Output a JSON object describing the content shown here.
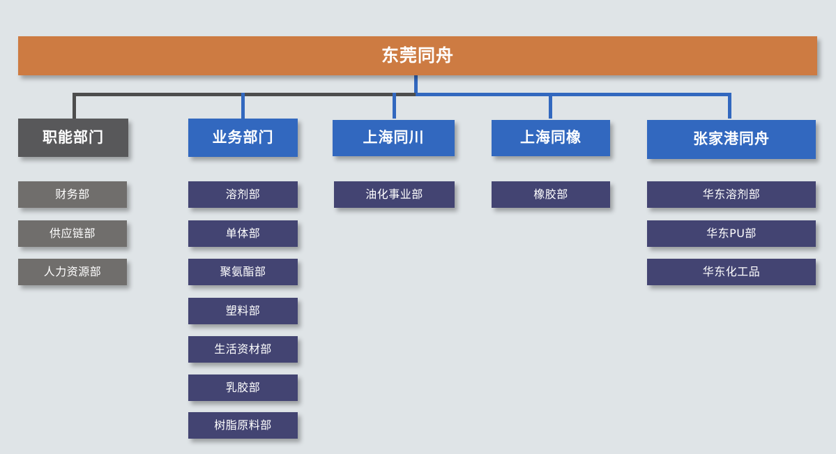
{
  "chart_data": {
    "type": "diagram",
    "title": "东莞同舟",
    "diagram_kind": "organization-chart",
    "levels": 3
  },
  "colors": {
    "background": "#dfe4e7",
    "root": "#cd7b42",
    "level2_gray": "#58585a",
    "level2_blue": "#3268bf",
    "level3_gray": "#706e6c",
    "level3_navy": "#434472",
    "connector_gray": "#4d4d4d",
    "connector_blue": "#3268bf",
    "text": "#ffffff"
  },
  "root": {
    "label": "东莞同舟"
  },
  "branches": [
    {
      "id": "functional",
      "label": "职能部门",
      "level2_color": "#58585a",
      "connector_color": "#4d4d4d",
      "children": [
        {
          "label": "财务部"
        },
        {
          "label": "供应链部"
        },
        {
          "label": "人力资源部"
        }
      ]
    },
    {
      "id": "business",
      "label": "业务部门",
      "level2_color": "#3268bf",
      "connector_color": "#3268bf",
      "children": [
        {
          "label": "溶剂部"
        },
        {
          "label": "单体部"
        },
        {
          "label": "聚氨酯部"
        },
        {
          "label": "塑料部"
        },
        {
          "label": "生活资材部"
        },
        {
          "label": "乳胶部"
        },
        {
          "label": "树脂原料部"
        }
      ]
    },
    {
      "id": "shanghai-tongchuan",
      "label": "上海同川",
      "level2_color": "#3268bf",
      "connector_color": "#3268bf",
      "children": [
        {
          "label": "油化事业部"
        }
      ]
    },
    {
      "id": "shanghai-tongxiang",
      "label": "上海同橡",
      "level2_color": "#3268bf",
      "connector_color": "#3268bf",
      "children": [
        {
          "label": "橡胶部"
        }
      ]
    },
    {
      "id": "zhangjiagang-tongzhou",
      "label": "张家港同舟",
      "level2_color": "#3268bf",
      "connector_color": "#3268bf",
      "children": [
        {
          "label": "华东溶剂部"
        },
        {
          "label": "华东PU部"
        },
        {
          "label": "华东化工品"
        }
      ]
    }
  ]
}
